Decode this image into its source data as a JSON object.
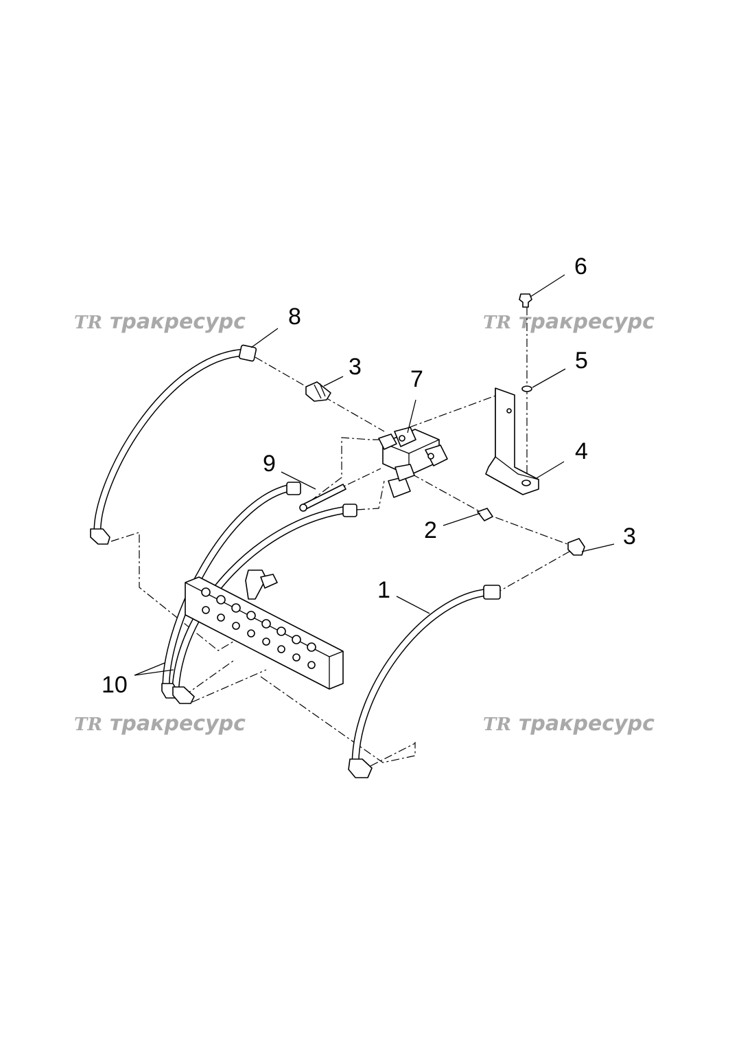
{
  "watermark": {
    "text": "тракресурс",
    "logo": "TR",
    "color": "#a9a9a9"
  },
  "callouts": {
    "c1": "1",
    "c2": "2",
    "c3a": "3",
    "c3b": "3",
    "c4": "4",
    "c5": "5",
    "c6": "6",
    "c7": "7",
    "c8": "8",
    "c9": "9",
    "c10": "10"
  }
}
